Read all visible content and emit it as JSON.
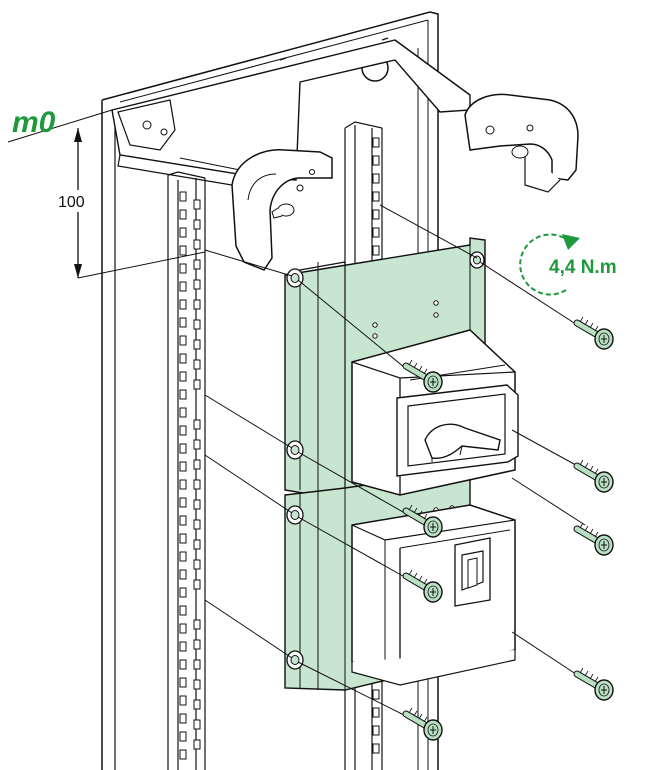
{
  "labels": {
    "reference_mark": "m0",
    "dimension": "100",
    "torque": "4,4 N.m"
  },
  "colors": {
    "accent": "#1e9a3c",
    "plate_fill": "#c8e6cf",
    "screw_fill": "#b9e0c3",
    "line": "#111111",
    "panel": "#ffffff"
  },
  "icons": {
    "torque": "rotate-arrow-icon",
    "dimension": "vertical-dimension-arrow-icon"
  }
}
